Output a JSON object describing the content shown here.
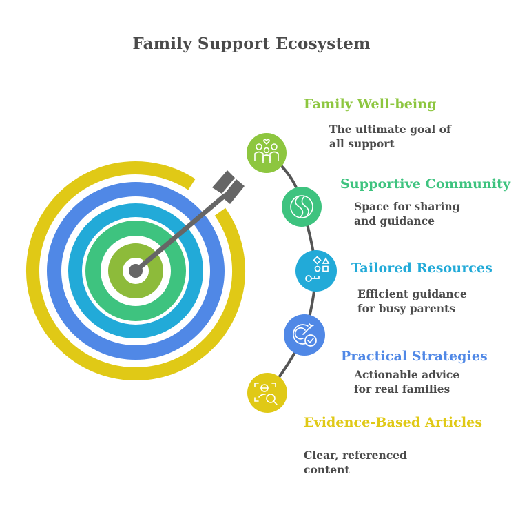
{
  "title": "Family Support Ecosystem",
  "colors": {
    "ring_yellow": "#E0C916",
    "ring_blue": "#5088E6",
    "ring_cyan": "#22AAD8",
    "ring_green": "#3EC37F",
    "ring_lightgreen": "#8DBB3A",
    "arrow": "#666666",
    "connector": "#555555",
    "desc_text": "#4a4a4a"
  },
  "items": [
    {
      "label": "Family Well-being",
      "description": "The ultimate goal of\nall support",
      "color": "#8DC63F",
      "icon": "family-icon"
    },
    {
      "label": "Supportive Community",
      "description": "Space for sharing\nand guidance",
      "color": "#3EC37F",
      "icon": "community-swirl-icon"
    },
    {
      "label": "Tailored Resources",
      "description": "Efficient guidance\nfor busy parents",
      "color": "#22AAD8",
      "icon": "shapes-key-icon"
    },
    {
      "label": "Practical Strategies",
      "description": "Actionable advice\nfor real families",
      "color": "#5088E6",
      "icon": "target-check-icon"
    },
    {
      "label": "Evidence-Based Articles",
      "description": "Clear, referenced\ncontent",
      "color": "#E0C916",
      "icon": "scan-search-icon"
    }
  ]
}
